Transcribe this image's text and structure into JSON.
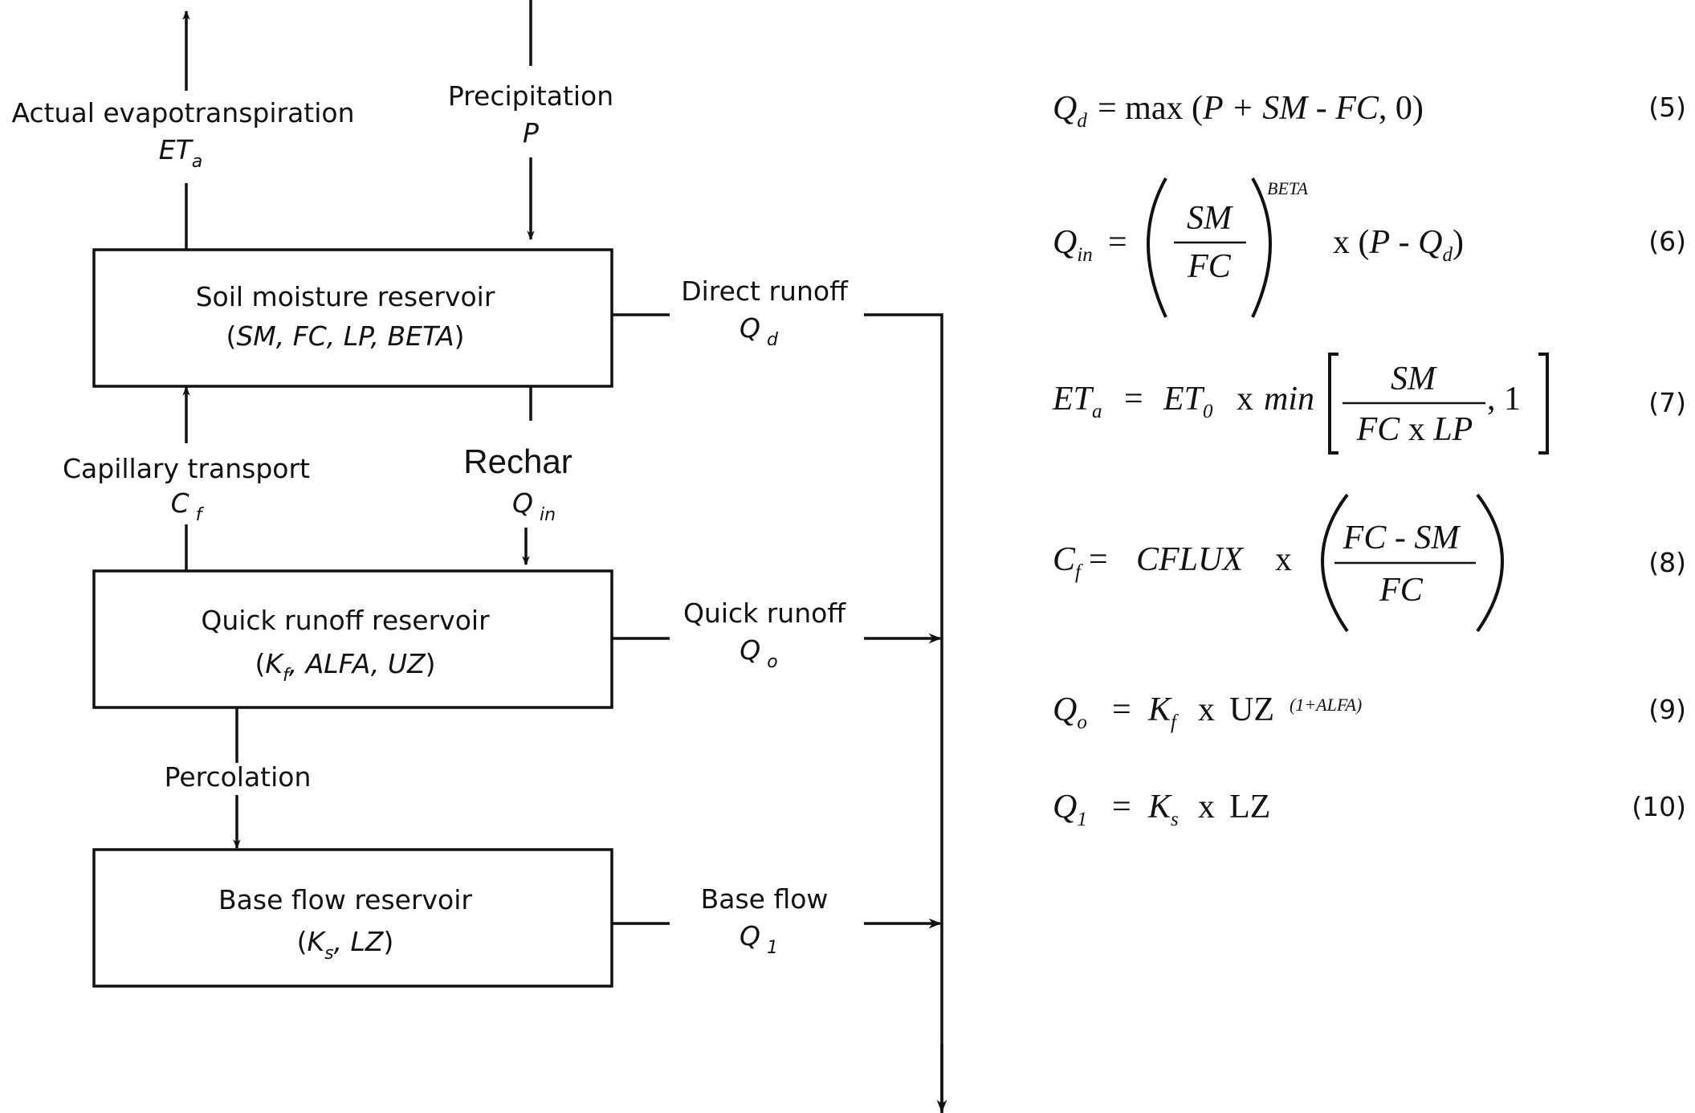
{
  "diagram": {
    "boxes": {
      "soil": {
        "title": "Soil moisture reservoir",
        "params_open": "(",
        "params": "SM, FC, LP, BETA",
        "params_close": ")"
      },
      "quick": {
        "title": "Quick runoff reservoir",
        "open": "(",
        "k": "K",
        "k_sub": "f",
        "rest": ", ALFA, UZ",
        "close": ")"
      },
      "base": {
        "title": "Base flow reservoir",
        "open": "(",
        "k": "K",
        "k_sub": "s",
        "rest": ", LZ",
        "close": ")"
      }
    },
    "flows": {
      "evap": {
        "label": "Actual evapotranspiration",
        "var": "ET",
        "sub": "a"
      },
      "precip": {
        "label": "Precipitation",
        "var": "P"
      },
      "direct": {
        "label": "Direct runoff",
        "var": "Q",
        "sub": "d"
      },
      "capillary": {
        "label": "Capillary transport",
        "var": "C",
        "sub": "f"
      },
      "recharge": {
        "label": "Rechar",
        "var": "Q",
        "sub": "in"
      },
      "quick": {
        "label": "Quick runoff",
        "var": "Q",
        "sub": "o"
      },
      "percolation": {
        "label": "Percolation"
      },
      "base": {
        "label": "Base flow",
        "var": "Q",
        "sub": "1"
      }
    }
  },
  "equations": {
    "eq5": {
      "number": "(5)",
      "lhs": "Q",
      "lhs_sub": "d",
      "rhs_pre": " = max (",
      "rhs_body": "P + SM - FC",
      "rhs_post": ", 0)"
    },
    "eq6": {
      "number": "(6)",
      "lhs": "Q",
      "lhs_sub": "in",
      "eq": "=",
      "num": "SM",
      "den": "FC",
      "exp": "BETA",
      "tail_pre": "x (",
      "tail_p": "P",
      "tail_mid": " - ",
      "tail_q": "Q",
      "tail_q_sub": "d",
      "tail_close": ")"
    },
    "eq7": {
      "number": "(7)",
      "lhs": "ET",
      "lhs_sub": "a",
      "eq": "=",
      "et0": "ET",
      "et0_sub": "0",
      "x": "x",
      "min": "min",
      "num": "SM",
      "den_a": "FC",
      "den_x": " x ",
      "den_b": "LP",
      "comma_one": ", 1"
    },
    "eq8": {
      "number": "(8)",
      "lhs": "C",
      "lhs_sub": "f",
      "eq": "=",
      "cflux": "CFLUX",
      "x": "x",
      "num": "FC - SM",
      "den": "FC"
    },
    "eq9": {
      "number": "(9)",
      "lhs": "Q",
      "lhs_sub": "o",
      "eq": "=",
      "k": "K",
      "k_sub": "f",
      "x": "x",
      "uz": "UZ",
      "exp": "(1+ALFA)"
    },
    "eq10": {
      "number": "(10)",
      "lhs": "Q",
      "lhs_sub": "1",
      "eq": "=",
      "k": "K",
      "k_sub": "s",
      "x": "x",
      "lz": "LZ"
    }
  }
}
